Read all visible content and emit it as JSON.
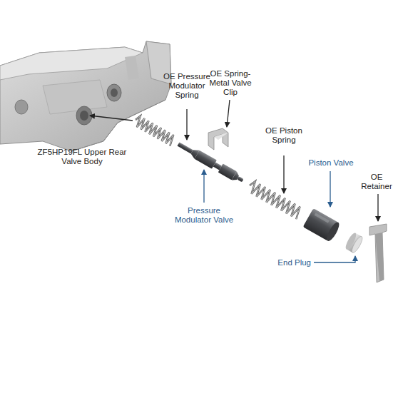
{
  "diagram": {
    "labels": [
      "OE Pressure Modulator Spring",
      "OE Spring-Metal Valve Clip",
      "ZF5HP19FL Upper Rear Valve Body",
      "OE Piston Spring",
      "Piston Valve",
      "OE Retainer",
      "Pressure Modulator Valve",
      "End Plug"
    ]
  }
}
